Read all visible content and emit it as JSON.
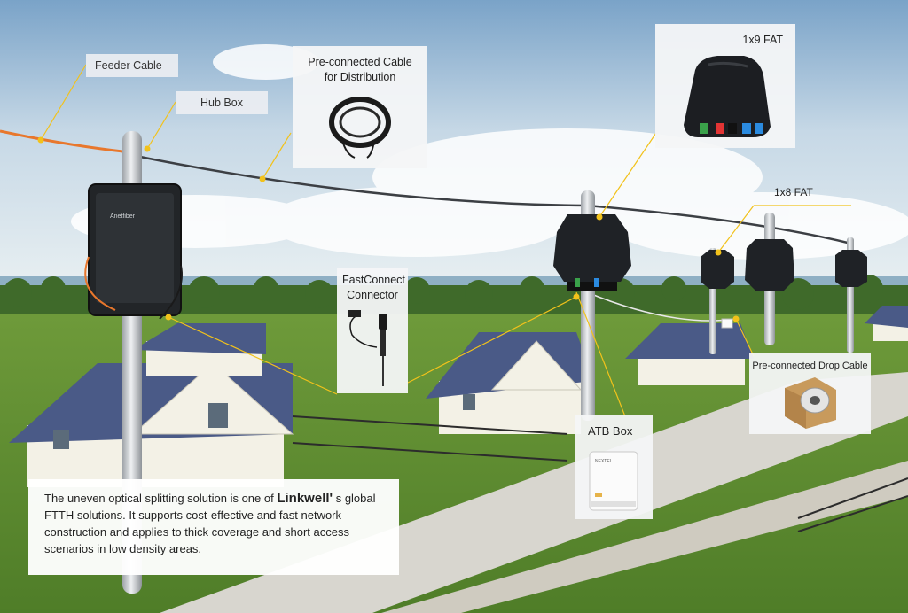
{
  "labels": {
    "feeder_cable": "Feeder Cable",
    "hub_box": "Hub Box",
    "preconnected_cable": "Pre-connected Cable for Distribution",
    "fat_1x9": "1x9 FAT",
    "fat_1x8": "1x8 FAT",
    "fastconnect": "FastConnect Connector",
    "drop_cable": "Pre-connected Drop Cable",
    "atb_box": "ATB Box"
  },
  "hub_brand": "Anetfiber",
  "atb_brand": "NEXTEL",
  "description": {
    "prefix": "The uneven optical splitting solution is one of ",
    "brand": "Linkwell'",
    "suffix": " s global FTTH solutions. It supports cost-effective and fast network construction and applies to thick coverage and short access scenarios in low density areas."
  },
  "colors": {
    "accent_leader": "#f2c21b",
    "feeder_cable": "#e8772c",
    "roof": "#4a5a87",
    "sky_top": "#7aa3c8"
  }
}
